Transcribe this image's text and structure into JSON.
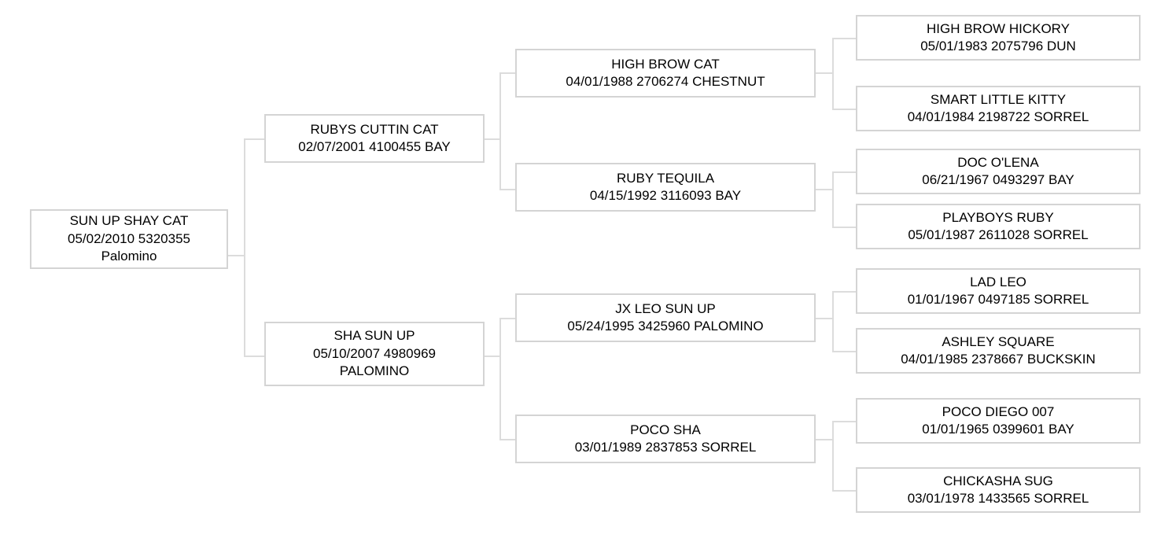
{
  "chart": {
    "type": "pedigree-tree",
    "orientation": "left-to-right",
    "generations": 4
  },
  "theme": {
    "box_border": "#d4d4d4",
    "connector": "#dcdcdc",
    "text": "#000000",
    "background": "#ffffff"
  },
  "nodes": {
    "root": {
      "name": "SUN UP SHAY CAT",
      "line2": "05/02/2010 5320355",
      "line3": "Palomino",
      "date": "05/02/2010",
      "registration": "5320355",
      "color": "Palomino",
      "generation": 0
    },
    "sire": {
      "name": "RUBYS CUTTIN CAT",
      "line2": "02/07/2001 4100455 BAY",
      "date": "02/07/2001",
      "registration": "4100455",
      "color": "BAY",
      "generation": 1
    },
    "dam": {
      "name": "SHA SUN UP",
      "line2": "05/10/2007 4980969",
      "line3": "PALOMINO",
      "date": "05/10/2007",
      "registration": "4980969",
      "color": "PALOMINO",
      "generation": 1
    },
    "sire_sire": {
      "name": "HIGH BROW CAT",
      "line2": "04/01/1988 2706274 CHESTNUT",
      "date": "04/01/1988",
      "registration": "2706274",
      "color": "CHESTNUT",
      "generation": 2
    },
    "sire_dam": {
      "name": "RUBY TEQUILA",
      "line2": "04/15/1992 3116093 BAY",
      "date": "04/15/1992",
      "registration": "3116093",
      "color": "BAY",
      "generation": 2
    },
    "dam_sire": {
      "name": "JX LEO SUN UP",
      "line2": "05/24/1995 3425960 PALOMINO",
      "date": "05/24/1995",
      "registration": "3425960",
      "color": "PALOMINO",
      "generation": 2
    },
    "dam_dam": {
      "name": "POCO SHA",
      "line2": "03/01/1989 2837853 SORREL",
      "date": "03/01/1989",
      "registration": "2837853",
      "color": "SORREL",
      "generation": 2
    },
    "ss_sire": {
      "name": "HIGH BROW HICKORY",
      "line2": "05/01/1983 2075796 DUN",
      "date": "05/01/1983",
      "registration": "2075796",
      "color": "DUN",
      "generation": 3
    },
    "ss_dam": {
      "name": "SMART LITTLE KITTY",
      "line2": "04/01/1984 2198722 SORREL",
      "date": "04/01/1984",
      "registration": "2198722",
      "color": "SORREL",
      "generation": 3
    },
    "sd_sire": {
      "name": "DOC O'LENA",
      "line2": "06/21/1967 0493297 BAY",
      "date": "06/21/1967",
      "registration": "0493297",
      "color": "BAY",
      "generation": 3
    },
    "sd_dam": {
      "name": "PLAYBOYS RUBY",
      "line2": "05/01/1987 2611028 SORREL",
      "date": "05/01/1987",
      "registration": "2611028",
      "color": "SORREL",
      "generation": 3
    },
    "ds_sire": {
      "name": "LAD LEO",
      "line2": "01/01/1967 0497185 SORREL",
      "date": "01/01/1967",
      "registration": "0497185",
      "color": "SORREL",
      "generation": 3
    },
    "ds_dam": {
      "name": "ASHLEY SQUARE",
      "line2": "04/01/1985 2378667 BUCKSKIN",
      "date": "04/01/1985",
      "registration": "2378667",
      "color": "BUCKSKIN",
      "generation": 3
    },
    "dd_sire": {
      "name": "POCO DIEGO 007",
      "line2": "01/01/1965 0399601 BAY",
      "date": "01/01/1965",
      "registration": "0399601",
      "color": "BAY",
      "generation": 3
    },
    "dd_dam": {
      "name": "CHICKASHA SUG",
      "line2": "03/01/1978 1433565 SORREL",
      "date": "03/01/1978",
      "registration": "1433565",
      "color": "SORREL",
      "generation": 3
    }
  }
}
